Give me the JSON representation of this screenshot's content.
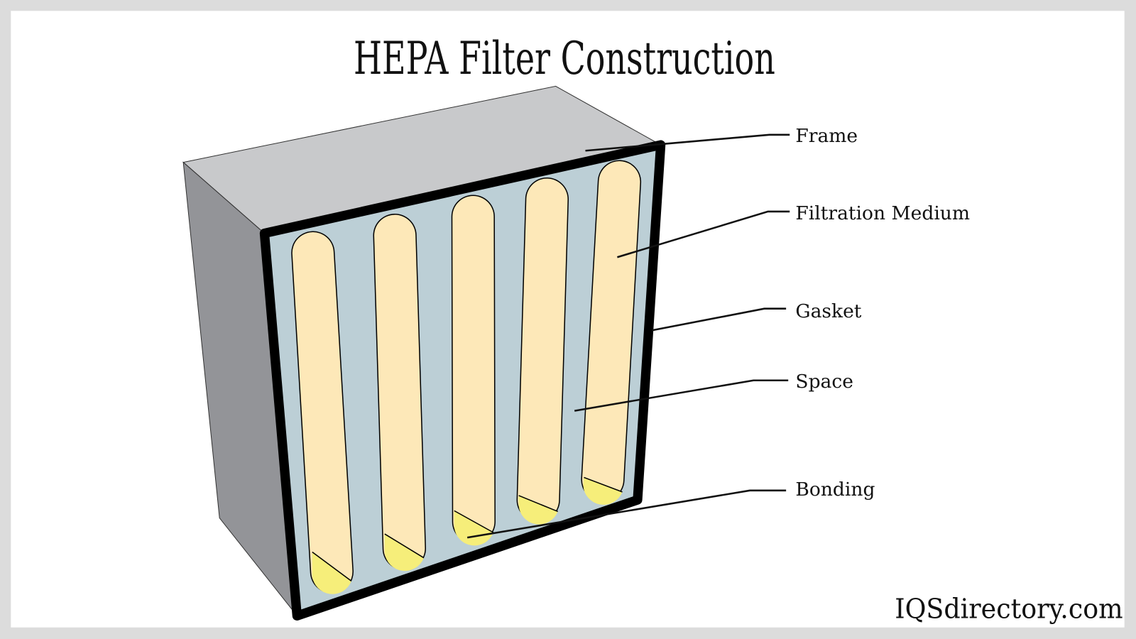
{
  "title": "HEPA Filter Construction",
  "labels": {
    "frame": "Frame",
    "filtration_medium": "Filtration Medium",
    "gasket": "Gasket",
    "space": "Space",
    "bonding": "Bonding"
  },
  "watermark": "IQSdirectory.com",
  "colors": {
    "background": "#dcdcdc",
    "panel": "#ffffff",
    "top_face": "#c8c9cb",
    "side_face": "#939498",
    "space": "#bccfd6",
    "medium": "#fde8b8",
    "bonding": "#f6ee7a",
    "gasket": "#000000"
  }
}
